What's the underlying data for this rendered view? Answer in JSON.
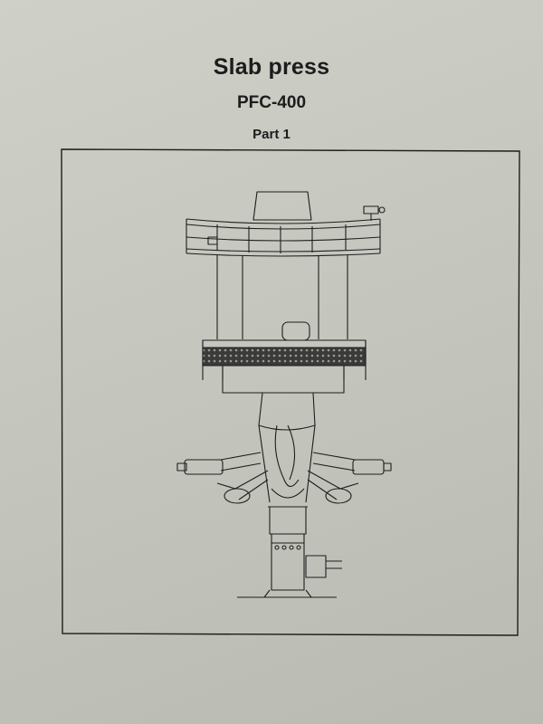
{
  "document": {
    "title": "Slab press",
    "model": "PFC-400",
    "part": "Part 1"
  },
  "drawing": {
    "subject": "slab-press-elevation",
    "line_color": "#1e1e1e",
    "paper_color": "#c8cac2"
  }
}
